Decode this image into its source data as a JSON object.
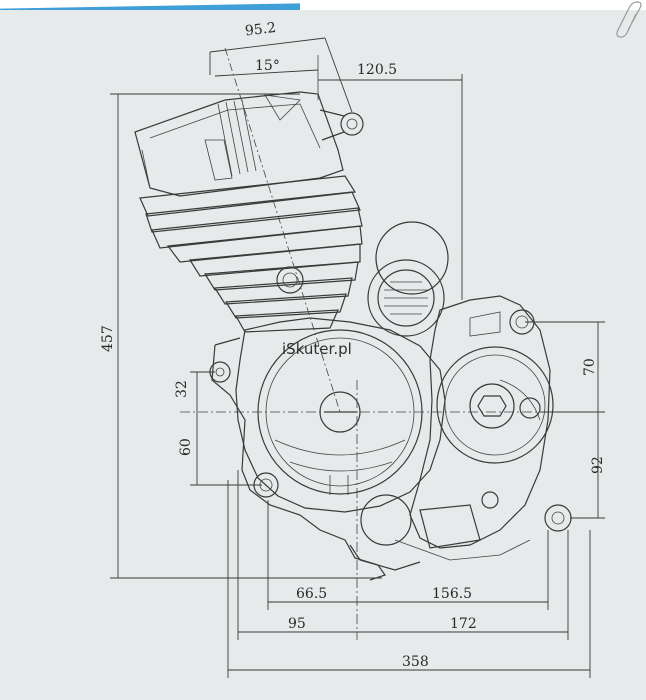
{
  "watermark": "iSkuter.pl",
  "dimensions": {
    "d_95_2": "95.2",
    "d_15deg": "15°",
    "d_120_5": "120.5",
    "d_457": "457",
    "d_70": "70",
    "d_32": "32",
    "d_60": "60",
    "d_92": "92",
    "d_66_5": "66.5",
    "d_156_5": "156.5",
    "d_95": "95",
    "d_172": "172",
    "d_358": "358"
  },
  "colors": {
    "paper": "#e6eaea",
    "ink": "#3a3a3a",
    "accent": "#3fa0d8"
  }
}
